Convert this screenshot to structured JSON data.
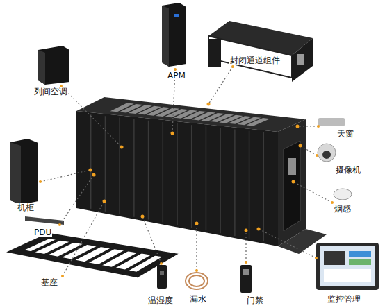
{
  "diagram": {
    "labels": [
      "列间空调",
      "APM",
      "封闭通道组件",
      "天窗",
      "摄像机",
      "烟感",
      "机柜",
      "PDU",
      "基座",
      "温湿度",
      "漏水",
      "门禁",
      "监控管理"
    ]
  }
}
